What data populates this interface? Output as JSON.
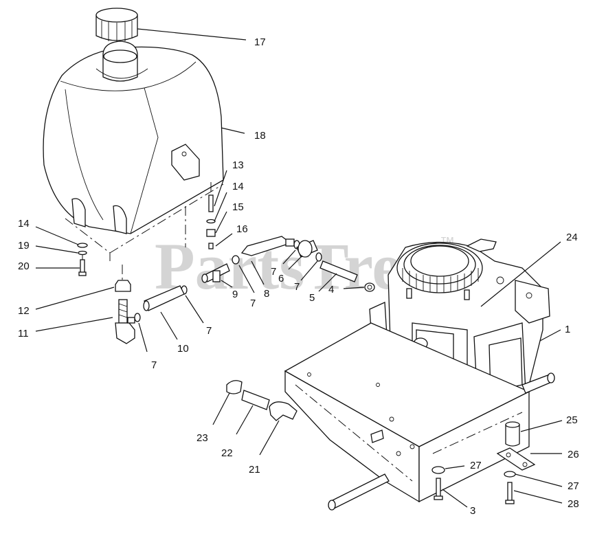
{
  "watermark": {
    "text": "PartsTree",
    "trademark": "™"
  },
  "callouts": [
    {
      "id": "c17",
      "label": "17"
    },
    {
      "id": "c18",
      "label": "18"
    },
    {
      "id": "c13",
      "label": "13"
    },
    {
      "id": "c14r",
      "label": "14"
    },
    {
      "id": "c15",
      "label": "15"
    },
    {
      "id": "c16",
      "label": "16"
    },
    {
      "id": "c14l",
      "label": "14"
    },
    {
      "id": "c19",
      "label": "19"
    },
    {
      "id": "c20",
      "label": "20"
    },
    {
      "id": "c12",
      "label": "12"
    },
    {
      "id": "c11",
      "label": "11"
    },
    {
      "id": "c7a",
      "label": "7"
    },
    {
      "id": "c10",
      "label": "10"
    },
    {
      "id": "c7b",
      "label": "7"
    },
    {
      "id": "c9",
      "label": "9"
    },
    {
      "id": "c7c",
      "label": "7"
    },
    {
      "id": "c8",
      "label": "8"
    },
    {
      "id": "c7d",
      "label": "7"
    },
    {
      "id": "c6",
      "label": "6"
    },
    {
      "id": "c7e",
      "label": "7"
    },
    {
      "id": "c5",
      "label": "5"
    },
    {
      "id": "c4",
      "label": "4"
    },
    {
      "id": "c24",
      "label": "24"
    },
    {
      "id": "c1",
      "label": "1"
    },
    {
      "id": "c25",
      "label": "25"
    },
    {
      "id": "c26",
      "label": "26"
    },
    {
      "id": "c27r",
      "label": "27"
    },
    {
      "id": "c28",
      "label": "28"
    },
    {
      "id": "c27l",
      "label": "27"
    },
    {
      "id": "c3",
      "label": "3"
    },
    {
      "id": "c23",
      "label": "23"
    },
    {
      "id": "c22",
      "label": "22"
    },
    {
      "id": "c21",
      "label": "21"
    }
  ]
}
